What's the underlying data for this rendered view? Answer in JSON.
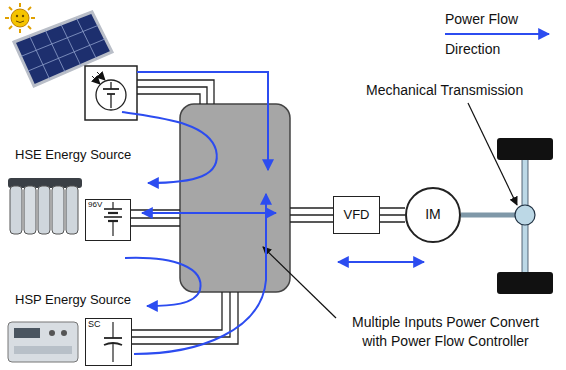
{
  "diagram": {
    "nodes": [
      {
        "text": [
          "HSE Energy Source",
          "96V"
        ]
      },
      {
        "text": [
          "VFD"
        ]
      },
      {
        "text": [
          "IM"
        ]
      },
      {
        "text": [
          "HSP Energy Source",
          "SC"
        ]
      }
    ],
    "edges": [
      {
        "from": 1,
        "to": 2,
        "arrow": "none"
      }
    ],
    "labels": [
      "Mechanical Transmission",
      "Multiple Inputs Power Convert with Power Flow Controller"
    ],
    "legend": [
      {
        "text": "Power Flow Direction"
      }
    ]
  }
}
